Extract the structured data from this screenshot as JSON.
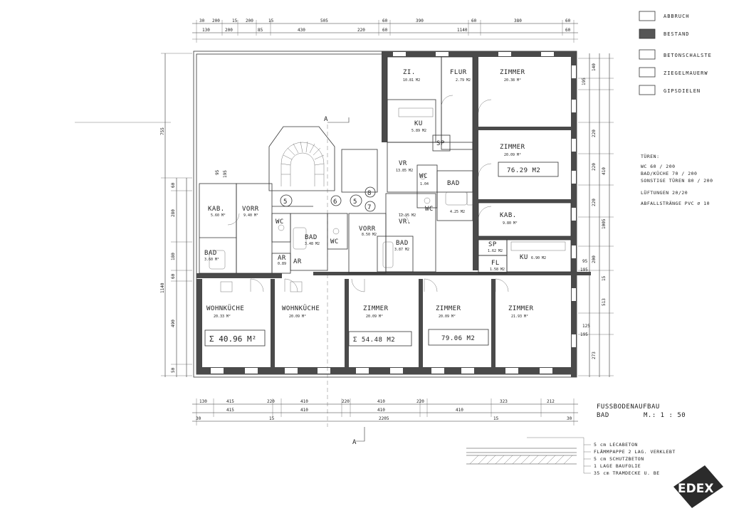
{
  "legend": [
    {
      "label": "ABBRUCH",
      "fill": "#ffffff"
    },
    {
      "label": "BESTAND",
      "fill": "#555555"
    },
    {
      "label": "BETONSCHALSTE",
      "fill": "#ffffff"
    },
    {
      "label": "ZIEGELMAUERW",
      "fill": "#ffffff"
    },
    {
      "label": "GIPSDIELEN",
      "fill": "#ffffff"
    }
  ],
  "notes": {
    "doors_title": "TÜREN:",
    "door_wc": "WC 60 / 200",
    "door_bad": "BAD/KÜCHE 70 / 200",
    "door_other": "SONSTIGE TÜREN 80 / 200",
    "vent": "LÜFTUNGEN 20/20",
    "pipes": "ABFALLSTRÄNGE PVC ⌀ 10"
  },
  "rooms": {
    "zi": "ZI.",
    "zi_area": "10.81 M2",
    "flur": "FLUR",
    "flur_area": "2.79 M2",
    "zimmer1": "ZIMMER",
    "zimmer1_area": "20.38 M²",
    "ku1": "KU",
    "ku1_area": "5.89 M2",
    "sp1": "SP",
    "zimmer2": "ZIMMER",
    "zimmer2_area": "20.09 M²",
    "vr1": "VR",
    "vr1_area": "13.85 M2",
    "wc1": "WC",
    "wc1_area": "1.04",
    "bad1": "BAD",
    "bad1_area": "4.25 M2",
    "kab1": "KAB.",
    "kab1_area": "5.60 M²",
    "vorr1": "VORR",
    "vorr1_area": "9.40 M²",
    "wc2": "WC",
    "bad2": "BAD",
    "bad2_area": "3.48 M2",
    "wc3": "WC",
    "vorr2": "VORR",
    "vorr2_area": "8.50 M2",
    "vr2": "VR.",
    "vr2_area": "12.95 M2",
    "wc4": "WC",
    "bad3": "BAD",
    "bad3_area": "3.87 M2",
    "kab2": "KAB.",
    "kab2_area": "9.80 M²",
    "sp2": "SP",
    "sp2_area": "1.62 M2",
    "ku2": "KU",
    "ku2_area": "6.90 M2",
    "fl": "FL",
    "fl_area": "1.58 M2",
    "bad4": "BAD",
    "bad4_area": "3.60 M²",
    "ar1": "AR",
    "ar1_area": "0.89",
    "ar2": "AR",
    "wk1": "WOHNKÜCHE",
    "wk1_area": "20.33 M²",
    "wk2": "WOHNKÜCHE",
    "wk2_area": "20.09 M²",
    "zimmer3": "ZIMMER",
    "zimmer3_area": "20.09 M²",
    "zimmer4": "ZIMMER",
    "zimmer4_area": "20.09 M²",
    "zimmer5": "ZIMMER",
    "zimmer5_area": "21.93 M²"
  },
  "totals": {
    "t1": "Σ 40.96 M²",
    "t2": "Σ  54.48  M2",
    "t3": "79.06 M2",
    "t4": "76.29 M2"
  },
  "markers": {
    "m5a": "5",
    "m5b": "5",
    "m6": "6",
    "m7": "7",
    "m8": "8"
  },
  "section": {
    "top": "A",
    "bottom": "A"
  },
  "top_dims_row1": [
    "30",
    "200",
    "15",
    "200",
    "15",
    "505",
    "60",
    "390",
    "60",
    "380",
    "60"
  ],
  "top_dims_row2": [
    "130",
    "200",
    "85",
    "430",
    "220",
    "60",
    "1140",
    "60"
  ],
  "bottom_dims_row1": [
    "130",
    "415",
    "220",
    "410",
    "220",
    "410",
    "220",
    "323",
    "212"
  ],
  "bottom_dims_row2": [
    "415",
    "410",
    "410",
    "410"
  ],
  "bottom_dims_row3": [
    "30",
    "15",
    "2205",
    "15",
    "30"
  ],
  "left_dims": [
    "60",
    "280",
    "180",
    "60",
    "1140",
    "490",
    "50",
    "755",
    "195",
    "95"
  ],
  "right_dims": [
    "140",
    "195",
    "220",
    "220",
    "220",
    "200",
    "95",
    "195",
    "125",
    "195",
    "273",
    "1005",
    "410",
    "513",
    "15"
  ],
  "floor_title": "FUSSBODENAUFBAU",
  "floor_subtitle": "BAD",
  "floor_scale": "M.: 1 : 50",
  "floor_layers": [
    "5 cm LECABETON",
    "FLÄMMPAPPE 2 LAG. VERKLEBT",
    "5 cm SCHUTZBETON",
    "1 LAGE BAUFOLIE",
    "35 cm TRAMDECKE U. BE"
  ],
  "logo": "EDEX"
}
